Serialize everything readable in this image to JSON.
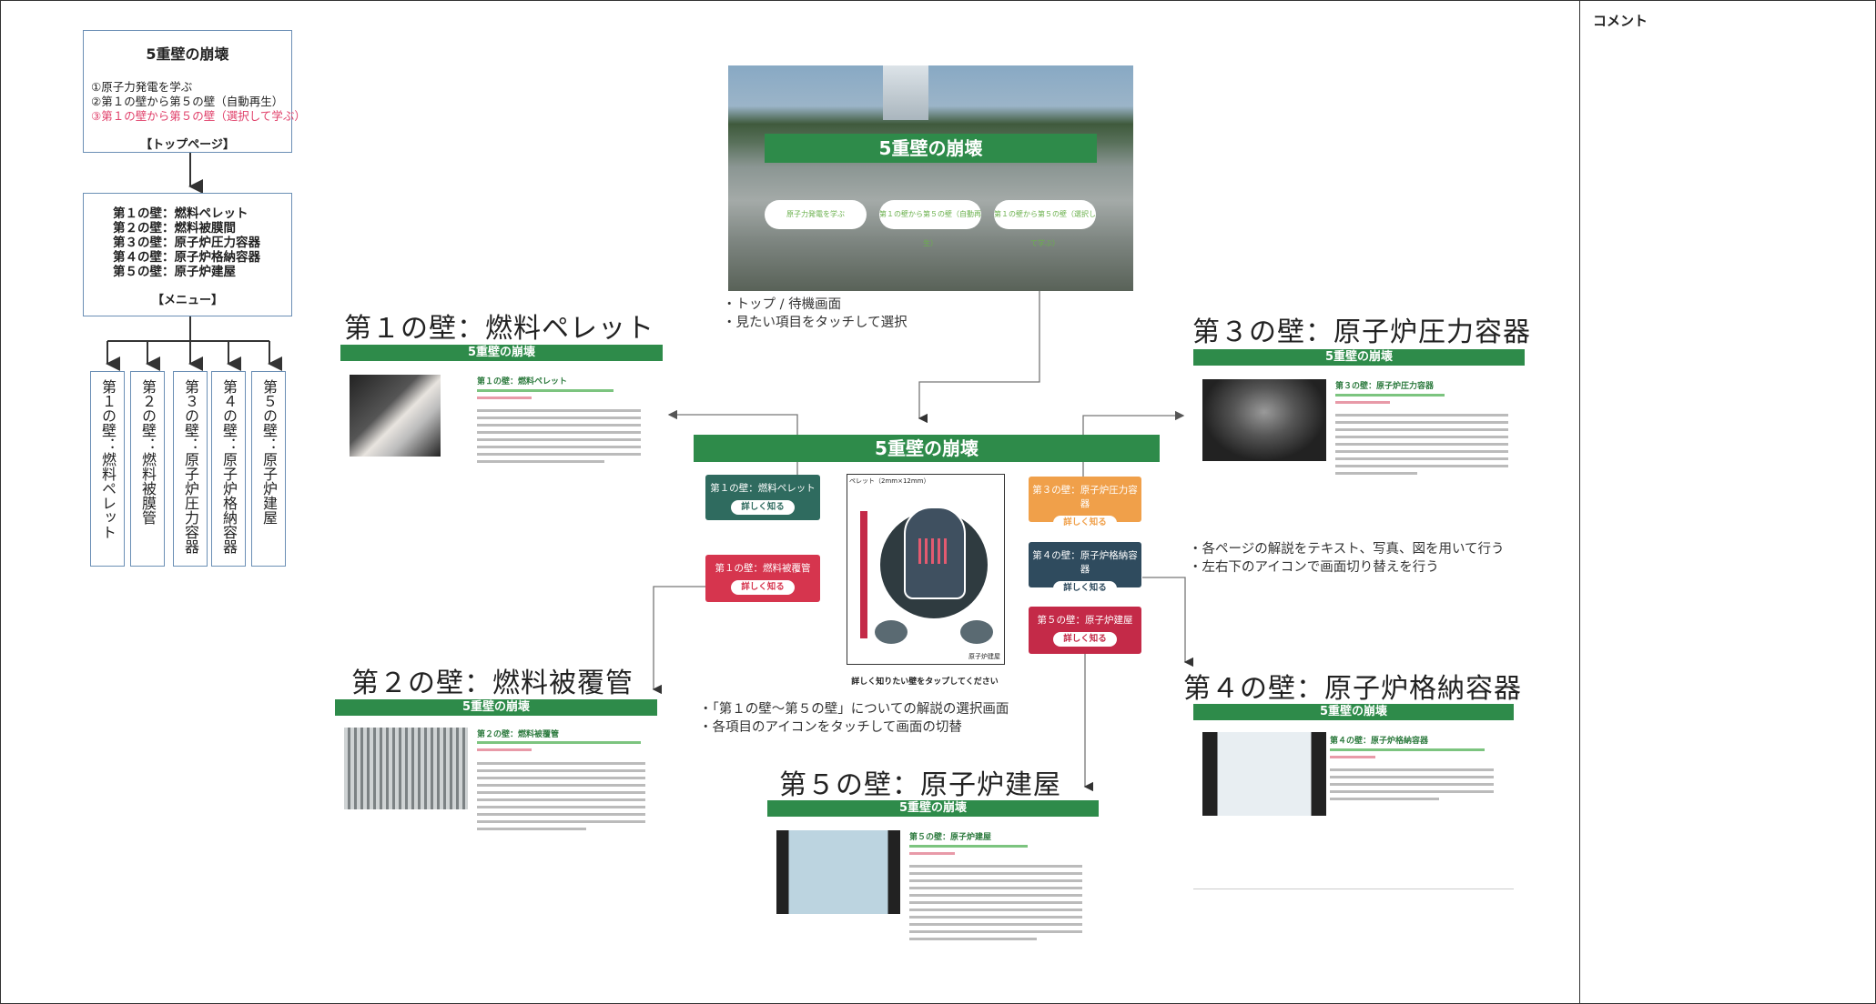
{
  "comment_header": "コメント",
  "flow": {
    "top_title": "5重壁の崩壊",
    "top_items": [
      "①原子力発電を学ぶ",
      "②第１の壁から第５の壁（自動再生）",
      "③第１の壁から第５の壁（選択して学ぶ）"
    ],
    "top_footer": "【トップページ】",
    "menu_items": [
      "第１の壁：燃料ペレット",
      "第２の壁：燃料被膜間",
      "第３の壁：原子炉圧力容器",
      "第４の壁：原子炉格納容器",
      "第５の壁：原子炉建屋"
    ],
    "menu_footer": "【メニュー】",
    "vertical": [
      "第１の壁：燃料ペレット",
      "第２の壁：燃料被膜管",
      "第３の壁：原子炉圧力容器",
      "第４の壁：原子炉格納容器",
      "第５の壁：原子炉建屋"
    ]
  },
  "app_title": "5重壁の崩壊",
  "top_screen": {
    "buttons": [
      "原子力発電を学ぶ",
      "第１の壁から第５の壁（自動再生）",
      "第１の壁から第５の壁（選択して学ぶ）"
    ],
    "notes": [
      "・トップ / 待機画面",
      "・見たい項目をタッチして選択"
    ]
  },
  "walls": {
    "w1": {
      "heading": "第１の壁：燃料ペレット",
      "sub": "第１の壁：燃料ペレット"
    },
    "w2": {
      "heading": "第２の壁：燃料被覆管",
      "sub": "第２の壁：燃料被覆管"
    },
    "w3": {
      "heading": "第３の壁：原子炉圧力容器",
      "sub": "第３の壁：原子炉圧力容器"
    },
    "w4": {
      "heading": "第４の壁：原子炉格納容器",
      "sub": "第４の壁：原子炉格納容器"
    },
    "w5": {
      "heading": "第５の壁：原子炉建屋",
      "sub": "第５の壁：原子炉建屋"
    }
  },
  "menu_screen": {
    "btn1": "第１の壁：燃料ペレット",
    "btn2": "第１の壁：燃料被覆管",
    "btn3": "第３の壁：原子炉圧力容器",
    "btn4": "第４の壁：原子炉格納容器",
    "btn5": "第５の壁：原子炉建屋",
    "detail": "詳しく知る",
    "pellet": "ペレット（2mm×12mm）",
    "vessel_label": "原子炉建屋",
    "caption": "詳しく知りたい壁をタップしてください",
    "notes": [
      "・「第１の壁～第５の壁」についての解説の選択画面",
      "・各項目のアイコンをタッチして画面の切替"
    ]
  },
  "detail_notes": [
    "・各ページの解説をテキスト、写真、図を用いて行う",
    "・左右下のアイコンで画面切り替えを行う"
  ],
  "colors": {
    "green": "#2e8b4a",
    "teal": "#2f6b5f",
    "orange": "#f0a04a",
    "red": "#d6354e",
    "navy": "#2f4b5e",
    "crimson": "#c42a48"
  }
}
